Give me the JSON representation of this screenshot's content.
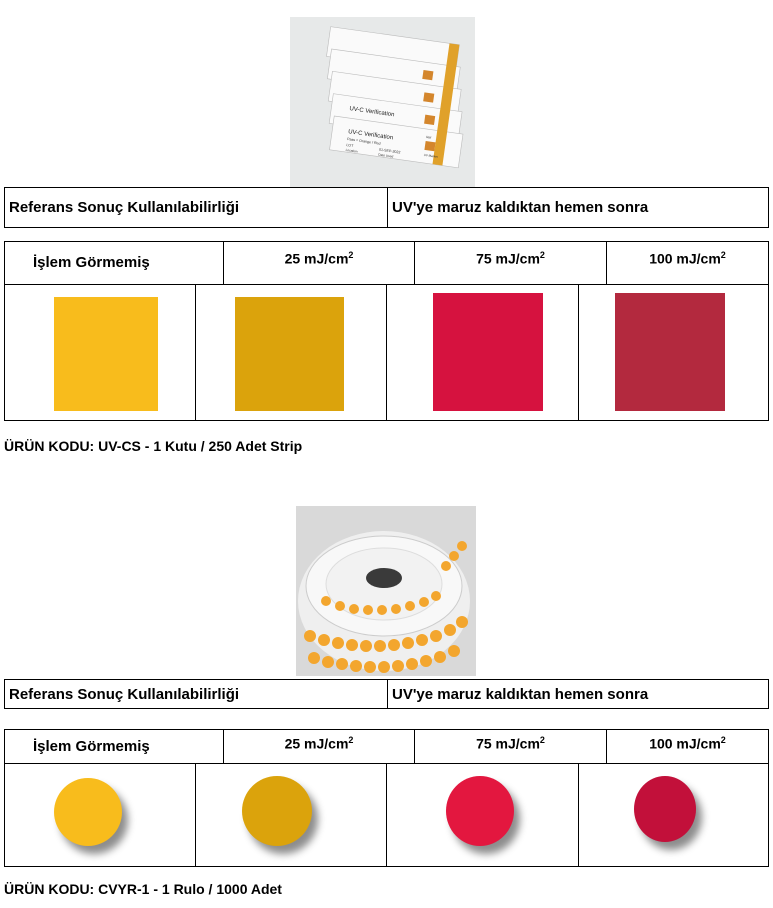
{
  "sections": [
    {
      "photo_alt": "UV-C Verification strips",
      "strip_text": [
        "UV-C Verification",
        "Pass = Orange / Red",
        "LOT",
        "Date Used",
        "01-SEP-2022",
        "UV Marker",
        "Ref",
        "Location"
      ],
      "ref_label": "Referans Sonuç Kullanılabilirliği",
      "ref_value": "UV'ye maruz kaldıktan hemen sonra",
      "headers": [
        "İşlem Görmemiş",
        "25 mJ/cm",
        "75 mJ/cm",
        "100 mJ/cm"
      ],
      "unit_sup": "2",
      "swatch_colors": [
        "#F8BC1C",
        "#DBA30C",
        "#D6123F",
        "#B3293E"
      ],
      "product_code": "ÜRÜN KODU: UV-CS - 1 Kutu / 250 Adet Strip"
    },
    {
      "photo_alt": "UV dot indicator roll",
      "ref_label": "Referans Sonuç Kullanılabilirliği",
      "ref_value": "UV'ye maruz kaldıktan hemen sonra",
      "headers": [
        "İşlem Görmemiş",
        "25 mJ/cm",
        "75 mJ/cm",
        "100 mJ/cm"
      ],
      "unit_sup": "2",
      "dot_colors": [
        "#F8BC1C",
        "#DBA30C",
        "#E3173F",
        "#C2103A"
      ],
      "product_code": "ÜRÜN KODU: CVYR-1 - 1 Rulo / 1000 Adet"
    }
  ]
}
